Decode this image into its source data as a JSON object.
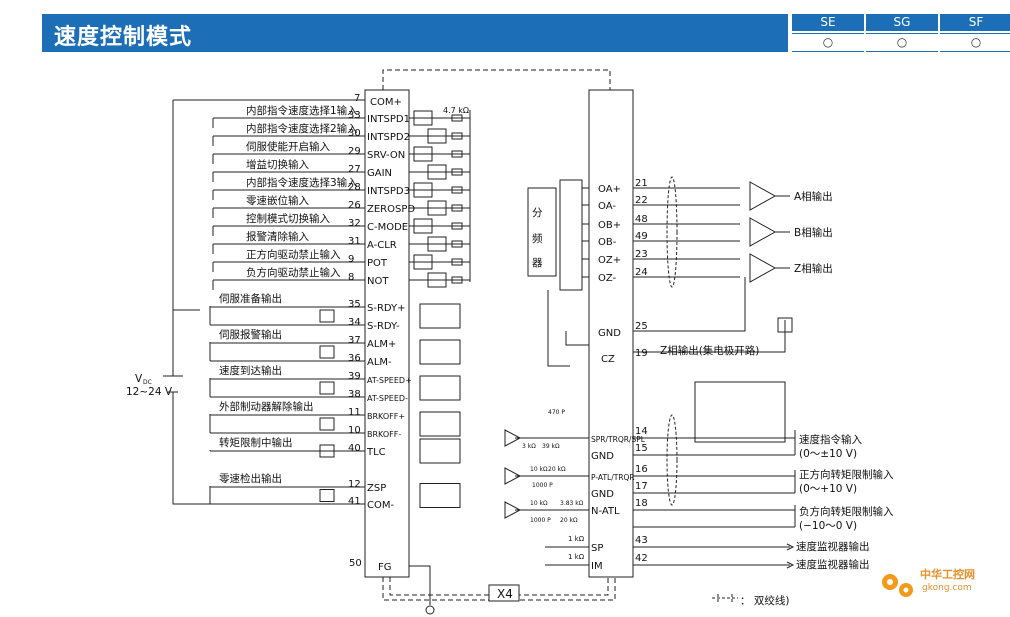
{
  "header": {
    "title": "速度控制模式"
  },
  "models": [
    {
      "name": "SE",
      "mark": "○"
    },
    {
      "name": "SG",
      "mark": "○"
    },
    {
      "name": "SF",
      "mark": "○"
    }
  ],
  "inputs": [
    {
      "label": "内部指令速度选择1输入",
      "pin": "33",
      "signal": "INTSPD1"
    },
    {
      "label": "内部指令速度选择2输入",
      "pin": "30",
      "signal": "INTSPD2"
    },
    {
      "label": "伺服使能开启输入",
      "pin": "29",
      "signal": "SRV-ON"
    },
    {
      "label": "增益切换输入",
      "pin": "27",
      "signal": "GAIN"
    },
    {
      "label": "内部指令速度选择3输入",
      "pin": "28",
      "signal": "INTSPD3"
    },
    {
      "label": "零速嵌位输入",
      "pin": "26",
      "signal": "ZEROSPD"
    },
    {
      "label": "控制模式切换输入",
      "pin": "32",
      "signal": "C-MODE"
    },
    {
      "label": "报警清除输入",
      "pin": "31",
      "signal": "A-CLR"
    },
    {
      "label": "正方向驱动禁止输入",
      "pin": "9",
      "signal": "POT"
    },
    {
      "label": "负方向驱动禁止输入",
      "pin": "8",
      "signal": "NOT"
    }
  ],
  "com_plus": {
    "pin": "7",
    "signal": "COM+"
  },
  "resistor": "4.7 kΩ",
  "outputs": [
    {
      "label": "伺服准备输出",
      "pins": [
        "35",
        "34"
      ],
      "signals": [
        "S-RDY+",
        "S-RDY-"
      ]
    },
    {
      "label": "伺服报警输出",
      "pins": [
        "37",
        "36"
      ],
      "signals": [
        "ALM+",
        "ALM-"
      ]
    },
    {
      "label": "速度到达输出",
      "pins": [
        "39",
        "38"
      ],
      "signals": [
        "AT-SPEED+",
        "AT-SPEED-"
      ]
    },
    {
      "label": "外部制动器解除输出",
      "pins": [
        "11",
        "10"
      ],
      "signals": [
        "BRKOFF+",
        "BRKOFF-"
      ]
    },
    {
      "label": "转矩限制中输出",
      "pins": [
        "40"
      ],
      "signals": [
        "TLC"
      ]
    },
    {
      "label": "零速检出输出",
      "pins": [
        "12",
        "41"
      ],
      "signals": [
        "ZSP",
        "COM-"
      ]
    }
  ],
  "vdc": {
    "v": "V",
    "sub": "DC",
    "range": "12~24 V"
  },
  "fg": {
    "pin": "50",
    "signal": "FG"
  },
  "encoder": {
    "divider": [
      "分",
      "频",
      "器"
    ],
    "rows": [
      {
        "pin": "21",
        "signal": "OA+"
      },
      {
        "pin": "22",
        "signal": "OA-"
      },
      {
        "pin": "48",
        "signal": "OB+"
      },
      {
        "pin": "49",
        "signal": "OB-"
      },
      {
        "pin": "23",
        "signal": "OZ+"
      },
      {
        "pin": "24",
        "signal": "OZ-"
      }
    ],
    "outputs": [
      "A相输出",
      "B相输出",
      "Z相输出"
    ]
  },
  "gnd1": {
    "pin": "25",
    "signal": "GND"
  },
  "cz": {
    "pin": "19",
    "signal": "CZ",
    "label": "Z相输出(集电极开路)"
  },
  "analog": [
    {
      "pin": "14",
      "signal": "SPR/TRQR/SPL"
    },
    {
      "pin": "15",
      "signal": "GND"
    },
    {
      "pin": "16",
      "signal": "P-ATL/TRQR"
    },
    {
      "pin": "17",
      "signal": "GND"
    },
    {
      "pin": "18",
      "signal": "N-ATL"
    },
    {
      "pin": "43",
      "signal": "SP"
    },
    {
      "pin": "42",
      "signal": "IM"
    }
  ],
  "analog_labels": [
    {
      "l1": "速度指令输入",
      "l2": "(0～±10 V)"
    },
    {
      "l1": "正方向转矩限制输入",
      "l2": "(0～+10 V)"
    },
    {
      "l1": "负方向转矩限制输入",
      "l2": "(−10～0 V)"
    }
  ],
  "monitors": [
    "速度监视器输出",
    "速度监视器输出"
  ],
  "small_parts": {
    "r1": "1 kΩ",
    "r2": "1 kΩ",
    "c470": "470 P",
    "r39": "39 kΩ",
    "r3": "3 kΩ",
    "r10": "10 kΩ",
    "r20": "20 kΩ",
    "r10b": "10 kΩ",
    "c1000": "1000 P",
    "r3b": "3.83 kΩ",
    "r20b": "20 kΩ",
    "c1000b": "1000 P"
  },
  "x4": "X4",
  "twisted": "：  双绞线)",
  "logo": {
    "line1": "中华工控网",
    "line2": "gkong.com"
  }
}
